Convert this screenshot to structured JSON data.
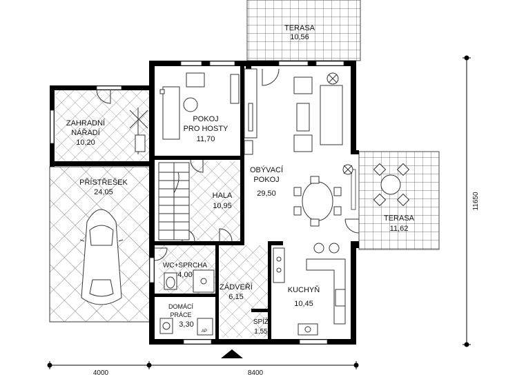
{
  "rooms": {
    "terasa_top": {
      "name": "TERASA",
      "area": "10,56"
    },
    "zahradni_naradi": {
      "name_line1": "ZAHRADNÍ",
      "name_line2": "NÁŘADÍ",
      "area": "10,20"
    },
    "pokoj_pro_hosty": {
      "name_line1": "POKOJ",
      "name_line2": "PRO HOSTY",
      "area": "11,70"
    },
    "obyvaci_pokoj": {
      "name_line1": "OBÝVACÍ",
      "name_line2": "POKOJ",
      "area": "29,50"
    },
    "pristresek": {
      "name": "PŘÍSTŘEŠEK",
      "area": "24,05"
    },
    "hala": {
      "name": "HALA",
      "area": "10,95"
    },
    "terasa_right": {
      "name": "TERASA",
      "area": "11,62"
    },
    "wc_sprcha": {
      "name": "WC+SPRCHA",
      "area": "4,00"
    },
    "zadveri": {
      "name": "ZÁDVEŘÍ",
      "area": "6,15"
    },
    "kuchyn": {
      "name": "KUCHYŇ",
      "area": "10,45"
    },
    "domaci_prace": {
      "name_line1": "DOMÁCÍ",
      "name_line2": "PRÁCE",
      "area": "3,30"
    },
    "spiz": {
      "name": "SPÍŽ",
      "area": "1,55"
    }
  },
  "dimensions": {
    "left_width": "4000",
    "right_width": "8400",
    "height": "11650"
  },
  "fixtures": {
    "ap_label": "AP"
  }
}
